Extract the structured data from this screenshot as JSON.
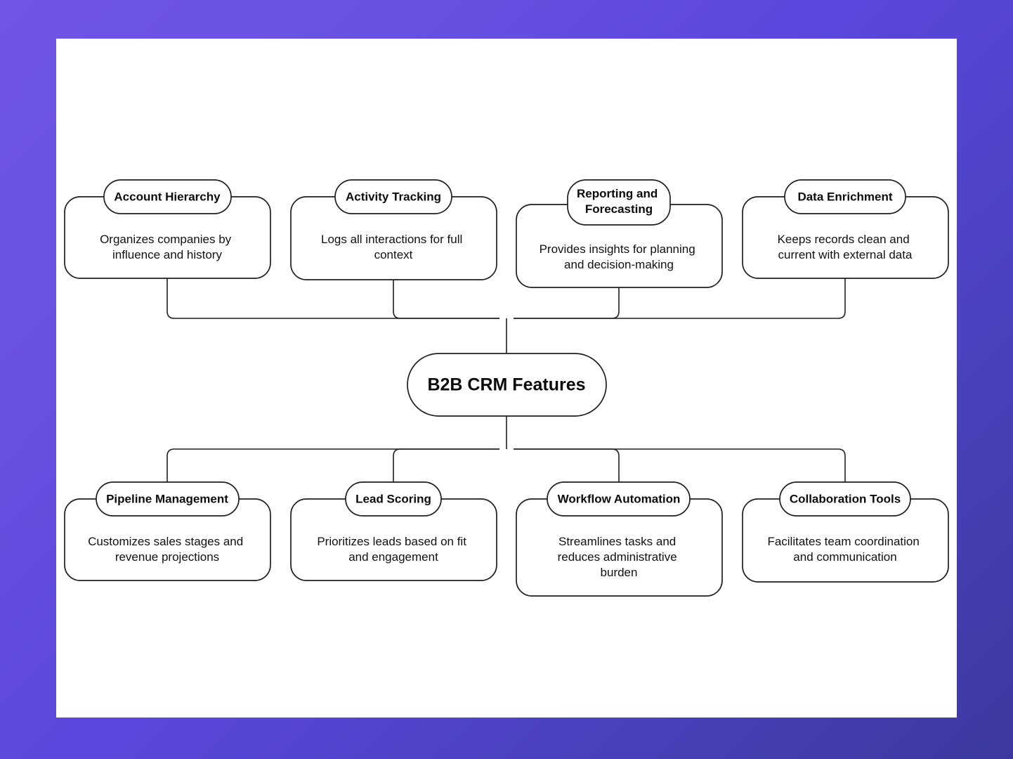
{
  "canvas": {
    "background_gradient_start": "#7155E8",
    "background_gradient_end": "#3B39A0",
    "sheet_color": "#ffffff",
    "line_color": "#1f1f1f",
    "text_color": "#0b0b0b"
  },
  "diagram": {
    "type": "mindmap",
    "root": {
      "label": "B2B CRM Features"
    },
    "top_branches": [
      {
        "title": "Account Hierarchy",
        "title_lines": [
          "Account Hierarchy"
        ],
        "description": "Organizes companies by influence and history",
        "description_lines": [
          "Organizes companies by",
          "influence and history"
        ]
      },
      {
        "title": "Activity Tracking",
        "title_lines": [
          "Activity Tracking"
        ],
        "description": "Logs all interactions for full context",
        "description_lines": [
          "Logs all interactions for full",
          "context"
        ]
      },
      {
        "title": "Reporting and Forecasting",
        "title_lines": [
          "Reporting and",
          "Forecasting"
        ],
        "description": "Provides insights for planning and decision-making",
        "description_lines": [
          "Provides insights for planning",
          "and decision-making"
        ]
      },
      {
        "title": "Data Enrichment",
        "title_lines": [
          "Data Enrichment"
        ],
        "description": "Keeps records clean and current with external data",
        "description_lines": [
          "Keeps records clean and",
          "current with external data"
        ]
      }
    ],
    "bottom_branches": [
      {
        "title": "Pipeline Management",
        "title_lines": [
          "Pipeline Management"
        ],
        "description": "Customizes sales stages and revenue projections",
        "description_lines": [
          "Customizes sales stages and",
          "revenue projections"
        ]
      },
      {
        "title": "Lead Scoring",
        "title_lines": [
          "Lead Scoring"
        ],
        "description": "Prioritizes leads based on fit and engagement",
        "description_lines": [
          "Prioritizes leads based on fit",
          "and engagement"
        ]
      },
      {
        "title": "Workflow Automation",
        "title_lines": [
          "Workflow Automation"
        ],
        "description": "Streamlines tasks and reduces administrative burden",
        "description_lines": [
          "Streamlines tasks and",
          "reduces administrative",
          "burden"
        ]
      },
      {
        "title": "Collaboration Tools",
        "title_lines": [
          "Collaboration Tools"
        ],
        "description": "Facilitates team coordination and communication",
        "description_lines": [
          "Facilitates team coordination",
          "and communication"
        ]
      }
    ]
  }
}
